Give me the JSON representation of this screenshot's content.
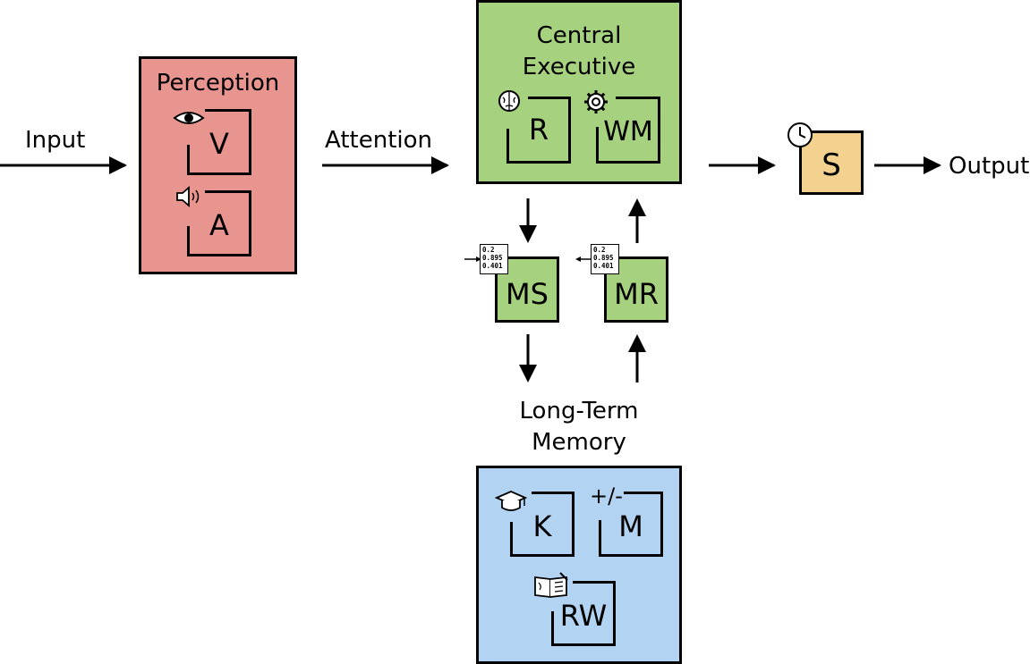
{
  "colors": {
    "perception": "#e8958f",
    "central": "#a6d17f",
    "memory": "#b3d3f3",
    "scheduler": "#f2d28e"
  },
  "labels": {
    "input": "Input",
    "attention": "Attention",
    "output": "Output",
    "perception": "Perception",
    "central_line1": "Central",
    "central_line2": "Executive",
    "ltm_line1": "Long-Term",
    "ltm_line2": "Memory"
  },
  "modules": {
    "v": "V",
    "a": "A",
    "r": "R",
    "wm": "WM",
    "s": "S",
    "ms": "MS",
    "mr": "MR",
    "k": "K",
    "m": "M",
    "rw": "RW"
  },
  "icons": {
    "vision": "eye-icon",
    "audio": "speaker-icon",
    "reasoning": "brain-icon",
    "working_memory": "gear-icon",
    "scheduler": "clock-icon",
    "memory_store": "embedding-doc-icon",
    "memory_retrieve": "embedding-doc-icon",
    "knowledge": "graduation-cap-icon",
    "math": "plus-minus-icon",
    "reading_writing": "book-pen-icon"
  },
  "embedding_values": [
    "0.2",
    "0.895",
    "0.401"
  ],
  "math_symbol": "+/-"
}
